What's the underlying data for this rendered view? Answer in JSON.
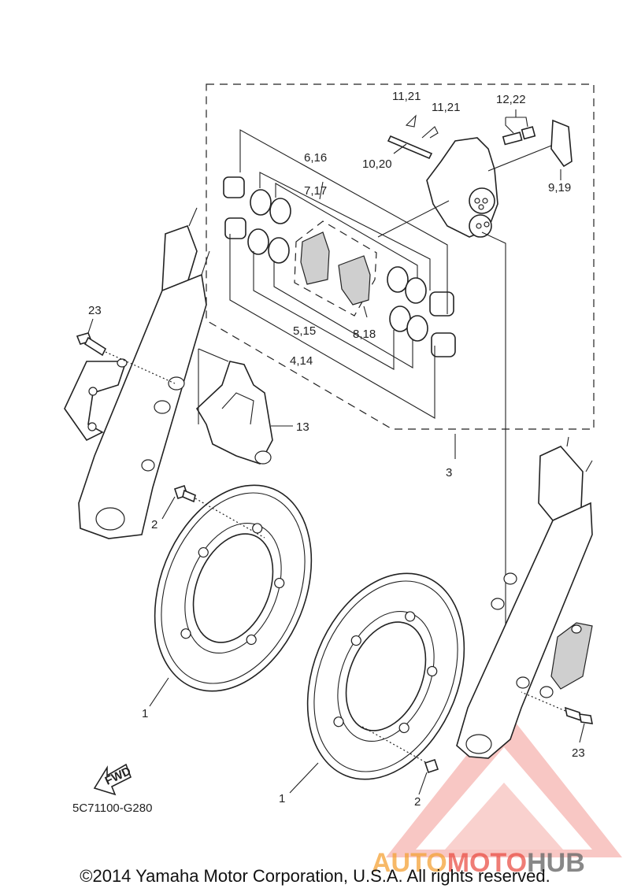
{
  "callouts": [
    {
      "id": "c1121a",
      "text": "11,21"
    },
    {
      "id": "c1121b",
      "text": "11,21"
    },
    {
      "id": "c1222",
      "text": "12,22"
    },
    {
      "id": "c1020",
      "text": "10,20"
    },
    {
      "id": "c919",
      "text": "9,19"
    },
    {
      "id": "c616",
      "text": "6,16"
    },
    {
      "id": "c717",
      "text": "7,17"
    },
    {
      "id": "c515",
      "text": "5,15"
    },
    {
      "id": "c414",
      "text": "4,14"
    },
    {
      "id": "c818",
      "text": "8,18"
    },
    {
      "id": "c13",
      "text": "13"
    },
    {
      "id": "c3",
      "text": "3"
    },
    {
      "id": "c23a",
      "text": "23"
    },
    {
      "id": "c23b",
      "text": "23"
    },
    {
      "id": "c2a",
      "text": "2"
    },
    {
      "id": "c2b",
      "text": "2"
    },
    {
      "id": "c1a",
      "text": "1"
    },
    {
      "id": "c1b",
      "text": "1"
    }
  ],
  "fwd_label": "FWD",
  "drawing_code": "5C71100-G280",
  "copyright": "©2014 Yamaha Motor Corporation, U.S.A. All rights reserved.",
  "watermark": {
    "auto": "AUTO",
    "moto": "MOTO",
    "hub": "HUB"
  },
  "colors": {
    "watermark_red": "#e8463c",
    "watermark_orange": "#f4a236",
    "watermark_gray": "#6a6a6a",
    "ink": "#222222"
  }
}
